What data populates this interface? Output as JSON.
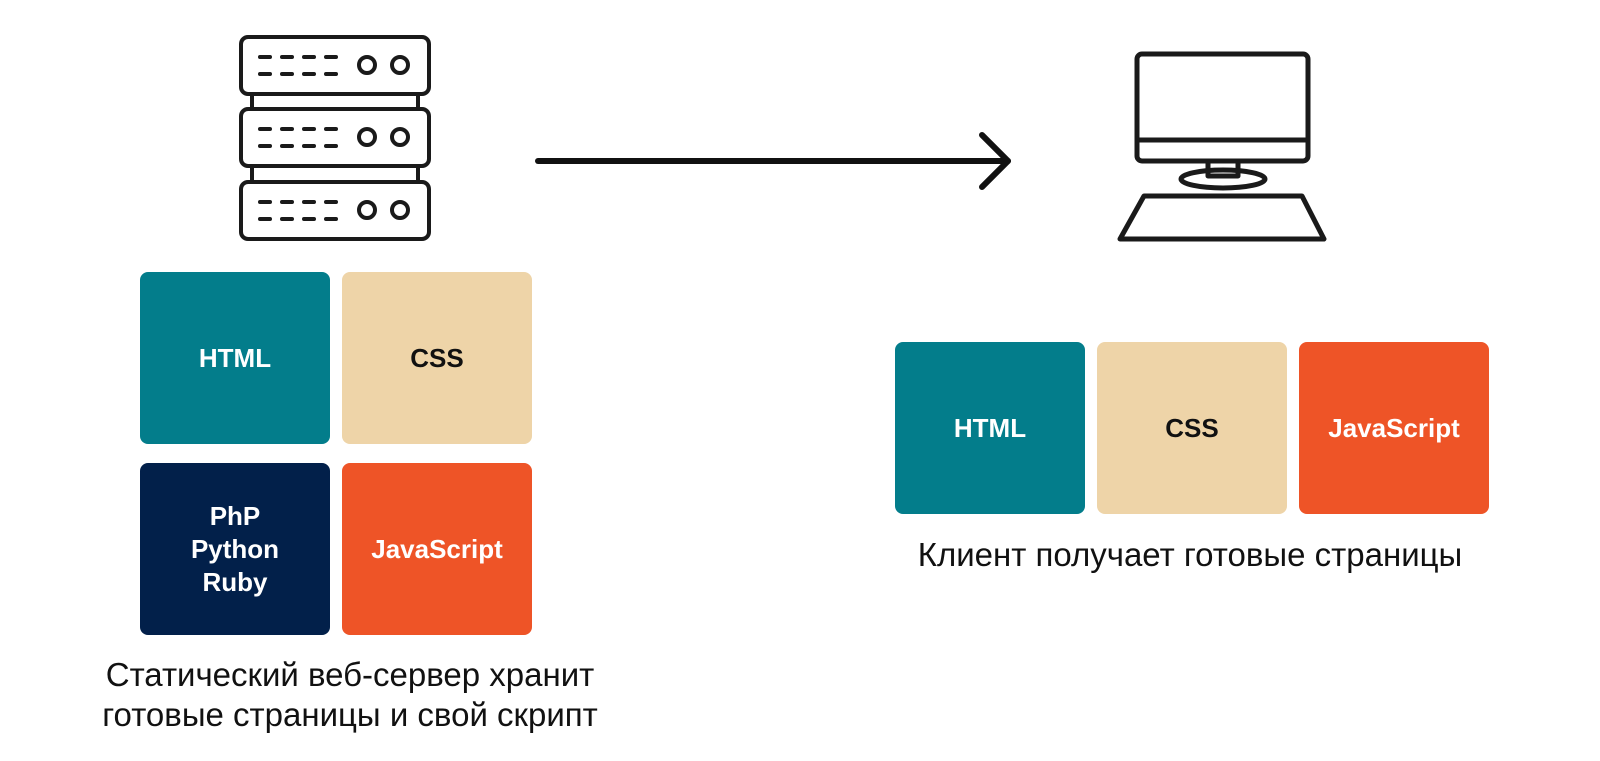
{
  "colors": {
    "html": "#037d8b",
    "css": "#eed4a8",
    "backend": "#02204a",
    "javascript": "#ee5427",
    "icon_stroke": "#1a1a1a",
    "text_dark": "#111111",
    "text_light": "#ffffff"
  },
  "server": {
    "icon": "server-icon",
    "tiles": {
      "html": "HTML",
      "css": "CSS",
      "backend": "PhP\nPython\nRuby",
      "javascript": "JavaScript"
    },
    "caption": "Статический веб-сервер хранит\nготовые страницы и свой скрипт"
  },
  "transfer": {
    "icon": "arrow-right-icon"
  },
  "client": {
    "icon": "desktop-computer-icon",
    "tiles": {
      "html": "HTML",
      "css": "CSS",
      "javascript": "JavaScript"
    },
    "caption": "Клиент получает готовые страницы"
  }
}
